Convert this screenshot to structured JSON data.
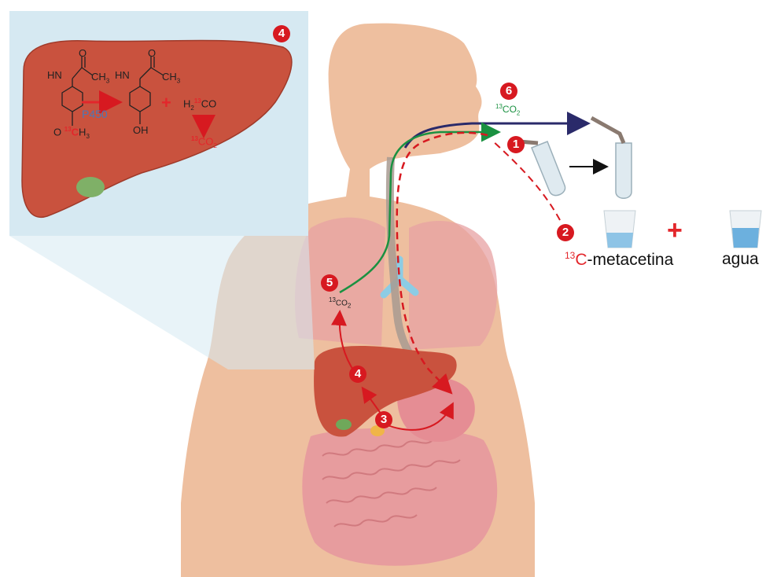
{
  "colors": {
    "step_badge": "#d71920",
    "co2_green": "#1a9141",
    "exhale_navy": "#2a2a6a",
    "dashed_red": "#d71920",
    "liver": "#c9523e",
    "inset_bg": "#d6e9f2",
    "p450_blue": "#4a78b8"
  },
  "badges": {
    "b1": "1",
    "b2": "2",
    "b3": "3",
    "b4_body": "4",
    "b4_inset": "4",
    "b5": "5",
    "b6": "6"
  },
  "labels": {
    "co2_top_mass": "13",
    "co2_top_text": "CO",
    "co2_top_sub": "2",
    "co2_chest_mass": "13",
    "co2_chest_text": "CO",
    "co2_chest_sub": "2",
    "metacetina_mass": "13",
    "metacetina_c": "C",
    "metacetina_rest": "-metacetina",
    "agua": "agua",
    "plus": "+"
  },
  "inset": {
    "hn_left": "HN",
    "hn_right": "HN",
    "o_left": "O",
    "o_right": "O",
    "ch3_left": "CH",
    "ch3_left_sub": "3",
    "ch3_right": "CH",
    "ch3_right_sub": "3",
    "enzyme": "P450",
    "methoxy_o": "O",
    "methoxy_mass": "13",
    "methoxy_c": "C",
    "methoxy_h": "H",
    "methoxy_sub": "3",
    "oh": "OH",
    "plus": "+",
    "formaldehyde_h": "H",
    "formaldehyde_sub": "2",
    "formaldehyde_mass": "13",
    "formaldehyde_co": "CO",
    "co2_mass": "13",
    "co2_c": "CO",
    "co2_sub": "2"
  }
}
